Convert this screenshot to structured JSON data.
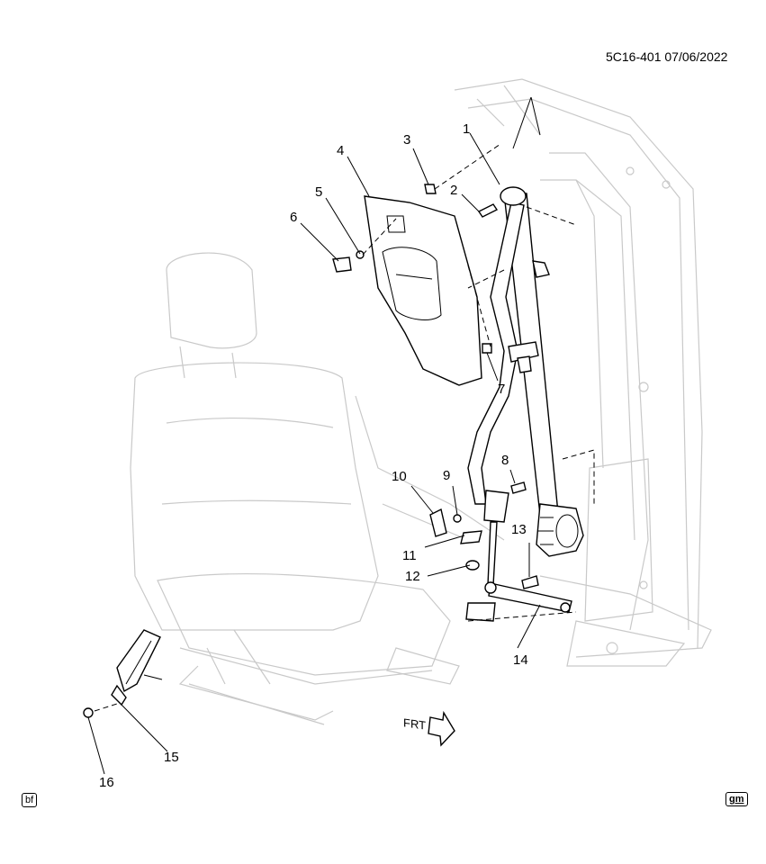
{
  "header": {
    "diagram_code": "5C16-401 07/06/2022"
  },
  "callouts": {
    "c1": "1",
    "c2": "2",
    "c3": "3",
    "c4": "4",
    "c5": "5",
    "c6": "6",
    "c7": "7",
    "c8": "8",
    "c9": "9",
    "c10": "10",
    "c11": "11",
    "c12": "12",
    "c13": "13",
    "c14": "14",
    "c15": "15",
    "c16": "16"
  },
  "direction_arrow": {
    "label": "FRT"
  },
  "footer": {
    "left_badge": "bf",
    "right_badge": "gm"
  },
  "colors": {
    "ghost_outline": "#c9c9c9",
    "line": "#000000",
    "background": "#ffffff"
  }
}
